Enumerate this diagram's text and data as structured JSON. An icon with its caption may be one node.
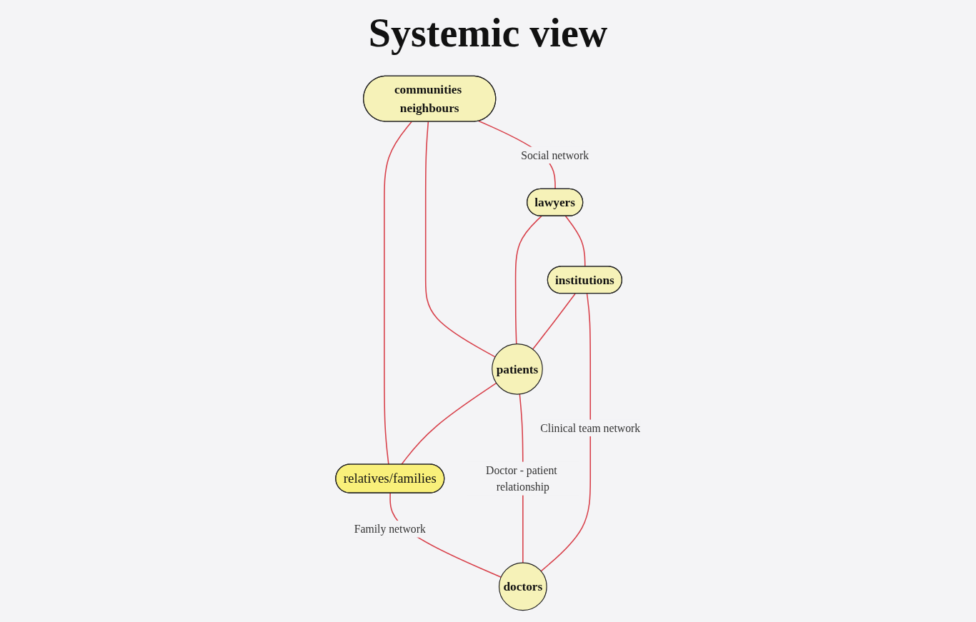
{
  "diagram": {
    "title": "Systemic view",
    "nodes": [
      {
        "text": [
          "communities neighbours"
        ]
      },
      {
        "text": [
          "relatives/families"
        ]
      },
      {
        "text": [
          "patients"
        ]
      },
      {
        "text": [
          "lawyers"
        ]
      },
      {
        "text": [
          "institutions"
        ]
      },
      {
        "text": [
          "doctors"
        ]
      }
    ],
    "edges": [
      {
        "from": 0,
        "to": 1,
        "arrow": "none"
      },
      {
        "from": 0,
        "to": 2,
        "arrow": "none"
      },
      {
        "from": 2,
        "to": 1,
        "arrow": "none"
      },
      {
        "from": 0,
        "to": 3,
        "arrow": "none",
        "label": "Social network"
      },
      {
        "from": 3,
        "to": 2,
        "arrow": "none"
      },
      {
        "from": 3,
        "to": 4,
        "arrow": "none"
      },
      {
        "from": 4,
        "to": 2,
        "arrow": "none"
      },
      {
        "from": 1,
        "to": 5,
        "arrow": "none",
        "label": "Family network"
      },
      {
        "from": 2,
        "to": 5,
        "arrow": "none",
        "label": "Doctor - patient relationship"
      },
      {
        "from": 4,
        "to": 5,
        "arrow": "none",
        "label": "Clinical team network"
      }
    ]
  }
}
